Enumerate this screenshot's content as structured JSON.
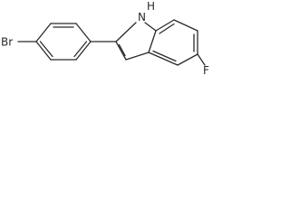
{
  "labels": {
    "bromine": "Br",
    "nitrogen": "N",
    "hydrogen": "H",
    "fluorine": "F"
  }
}
